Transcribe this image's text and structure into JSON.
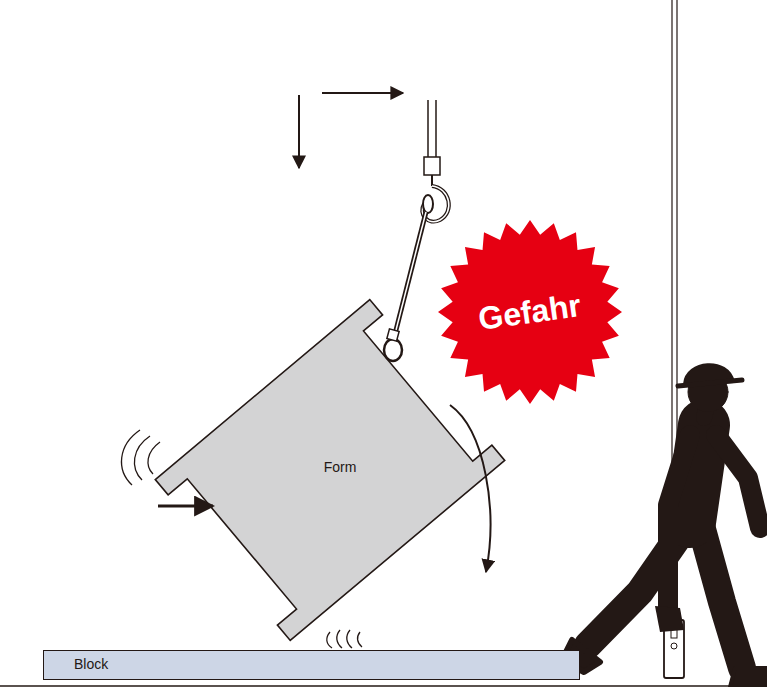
{
  "diagram": {
    "nodes": [
      {
        "text": [
          "Gefahr"
        ]
      },
      {
        "text": [
          "Form"
        ]
      },
      {
        "text": [
          "Block"
        ]
      }
    ]
  }
}
